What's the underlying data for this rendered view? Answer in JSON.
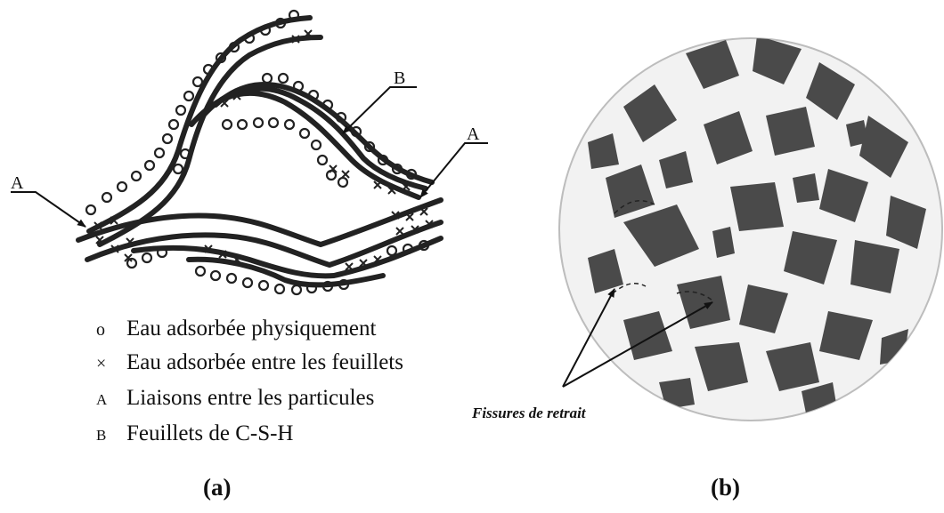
{
  "panel_a": {
    "labels": {
      "a_left": "A",
      "a_right": "A",
      "b_top": "B"
    },
    "legend": [
      {
        "symbol": "o",
        "text": "Eau adsorbée physiquement"
      },
      {
        "symbol": "×",
        "text": "Eau adsorbée entre les feuillets"
      },
      {
        "symbol": "A",
        "text": "Liaisons entre les particules"
      },
      {
        "symbol": "B",
        "text": "Feuillets de C-S-H"
      }
    ],
    "caption": "(a)"
  },
  "panel_b": {
    "annotation": "Fissures de retrait",
    "caption": "(b)"
  }
}
